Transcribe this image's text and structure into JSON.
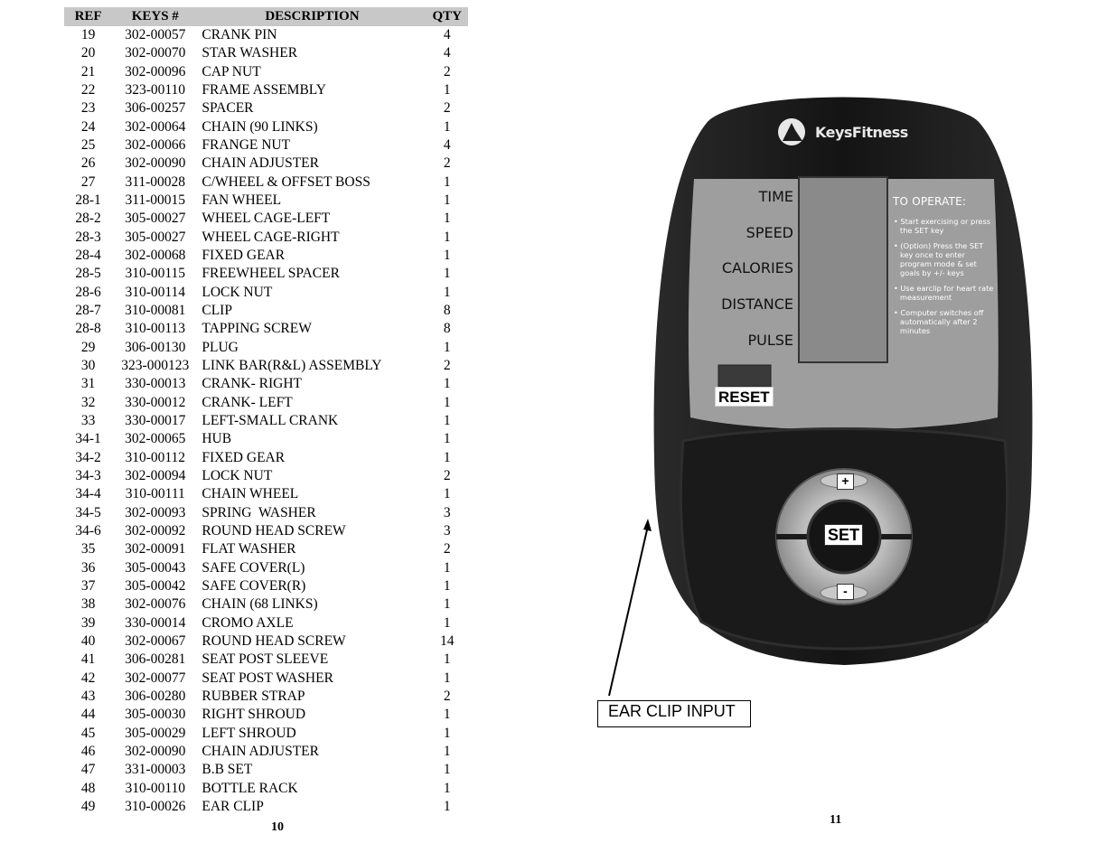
{
  "parts_table": {
    "headers": {
      "ref": "REF",
      "keys": "KEYS #",
      "description": "DESCRIPTION",
      "qty": "QTY"
    },
    "rows": [
      {
        "ref": "19",
        "keys": "302-00057",
        "description": "CRANK PIN",
        "qty": "4"
      },
      {
        "ref": "20",
        "keys": "302-00070",
        "description": "STAR WASHER",
        "qty": "4"
      },
      {
        "ref": "21",
        "keys": "302-00096",
        "description": "CAP NUT",
        "qty": "2"
      },
      {
        "ref": "22",
        "keys": "323-00110",
        "description": "FRAME ASSEMBLY",
        "qty": "1"
      },
      {
        "ref": "23",
        "keys": "306-00257",
        "description": "SPACER",
        "qty": "2"
      },
      {
        "ref": "24",
        "keys": "302-00064",
        "description": "CHAIN (90 LINKS)",
        "qty": "1"
      },
      {
        "ref": "25",
        "keys": "302-00066",
        "description": "FRANGE NUT",
        "qty": "4"
      },
      {
        "ref": "26",
        "keys": "302-00090",
        "description": "CHAIN ADJUSTER",
        "qty": "2"
      },
      {
        "ref": "27",
        "keys": "311-00028",
        "description": "C/WHEEL & OFFSET BOSS",
        "qty": "1"
      },
      {
        "ref": "28-1",
        "keys": "311-00015",
        "description": "FAN WHEEL",
        "qty": "1"
      },
      {
        "ref": "28-2",
        "keys": "305-00027",
        "description": "WHEEL CAGE-LEFT",
        "qty": "1"
      },
      {
        "ref": "28-3",
        "keys": "305-00027",
        "description": "WHEEL CAGE-RIGHT",
        "qty": "1"
      },
      {
        "ref": "28-4",
        "keys": "302-00068",
        "description": "FIXED GEAR",
        "qty": "1"
      },
      {
        "ref": "28-5",
        "keys": "310-00115",
        "description": "FREEWHEEL SPACER",
        "qty": "1"
      },
      {
        "ref": "28-6",
        "keys": "310-00114",
        "description": "LOCK NUT",
        "qty": "1"
      },
      {
        "ref": "28-7",
        "keys": "310-00081",
        "description": "CLIP",
        "qty": "8"
      },
      {
        "ref": "28-8",
        "keys": "310-00113",
        "description": "TAPPING SCREW",
        "qty": "8"
      },
      {
        "ref": "29",
        "keys": "306-00130",
        "description": "PLUG",
        "qty": "1"
      },
      {
        "ref": "30",
        "keys": "323-000123",
        "description": "LINK BAR(R&L) ASSEMBLY",
        "qty": "2"
      },
      {
        "ref": "31",
        "keys": "330-00013",
        "description": "CRANK- RIGHT",
        "qty": "1"
      },
      {
        "ref": "32",
        "keys": "330-00012",
        "description": "CRANK- LEFT",
        "qty": "1"
      },
      {
        "ref": "33",
        "keys": "330-00017",
        "description": "LEFT-SMALL CRANK",
        "qty": "1"
      },
      {
        "ref": "34-1",
        "keys": "302-00065",
        "description": "HUB",
        "qty": "1"
      },
      {
        "ref": "34-2",
        "keys": "310-00112",
        "description": "FIXED GEAR",
        "qty": "1"
      },
      {
        "ref": "34-3",
        "keys": "302-00094",
        "description": "LOCK NUT",
        "qty": "2"
      },
      {
        "ref": "34-4",
        "keys": "310-00111",
        "description": "CHAIN WHEEL",
        "qty": "1"
      },
      {
        "ref": "34-5",
        "keys": "302-00093",
        "description": "SPRING  WASHER",
        "qty": "3"
      },
      {
        "ref": "34-6",
        "keys": "302-00092",
        "description": "ROUND HEAD SCREW",
        "qty": "3"
      },
      {
        "ref": "35",
        "keys": "302-00091",
        "description": "FLAT WASHER",
        "qty": "2"
      },
      {
        "ref": "36",
        "keys": "305-00043",
        "description": "SAFE COVER(L)",
        "qty": "1"
      },
      {
        "ref": "37",
        "keys": "305-00042",
        "description": "SAFE COVER(R)",
        "qty": "1"
      },
      {
        "ref": "38",
        "keys": "302-00076",
        "description": "CHAIN (68 LINKS)",
        "qty": "1"
      },
      {
        "ref": "39",
        "keys": "330-00014",
        "description": "CROMO AXLE",
        "qty": "1"
      },
      {
        "ref": "40",
        "keys": "302-00067",
        "description": "ROUND HEAD SCREW",
        "qty": "14"
      },
      {
        "ref": "41",
        "keys": "306-00281",
        "description": "SEAT POST SLEEVE",
        "qty": "1"
      },
      {
        "ref": "42",
        "keys": "302-00077",
        "description": "SEAT POST WASHER",
        "qty": "1"
      },
      {
        "ref": "43",
        "keys": "306-00280",
        "description": "RUBBER STRAP",
        "qty": "2"
      },
      {
        "ref": "44",
        "keys": "305-00030",
        "description": "RIGHT SHROUD",
        "qty": "1"
      },
      {
        "ref": "45",
        "keys": "305-00029",
        "description": "LEFT SHROUD",
        "qty": "1"
      },
      {
        "ref": "46",
        "keys": "302-00090",
        "description": "CHAIN ADJUSTER",
        "qty": "1"
      },
      {
        "ref": "47",
        "keys": "331-00003",
        "description": "B.B SET",
        "qty": "1"
      },
      {
        "ref": "48",
        "keys": "310-00110",
        "description": "BOTTLE RACK",
        "qty": "1"
      },
      {
        "ref": "49",
        "keys": "310-00026",
        "description": "EAR CLIP",
        "qty": "1"
      }
    ]
  },
  "page_numbers": {
    "left": "10",
    "right": "11"
  },
  "console": {
    "brand": "KeysFitness",
    "display_labels": {
      "time": "TIME",
      "speed": "SPEED",
      "calories": "CALORIES",
      "distance": "DISTANCE",
      "pulse": "PULSE"
    },
    "instructions": {
      "title": "TO OPERATE:",
      "items": [
        "• Start exercising or press the SET key",
        "• (Option) Press the SET key once to enter program mode & set goals by +/- keys",
        "• Use earclip for heart rate measurement",
        "• Computer switches off automatically after 2 minutes"
      ]
    },
    "button_labels": {
      "reset": "RESET",
      "plus": "+",
      "set": "SET",
      "minus": "-"
    },
    "ear_clip_label": "EAR CLIP INPUT",
    "colors": {
      "body": "#1c1c1c",
      "panel": "#9a9a9a",
      "lcd": "#8a8a8a",
      "ring": "#a9a9a9"
    }
  }
}
